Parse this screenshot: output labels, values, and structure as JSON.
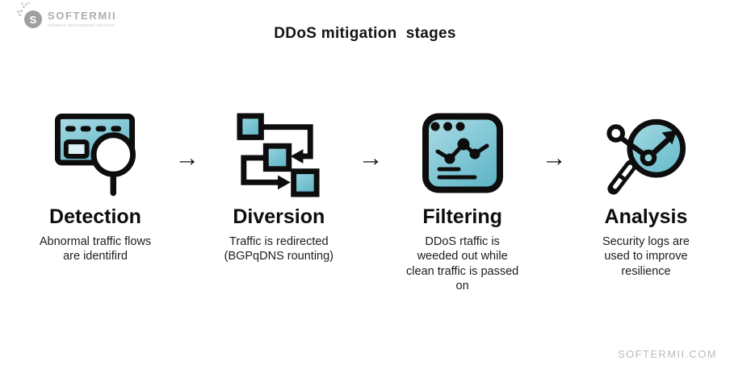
{
  "brand": {
    "logo_text": "SOFTERMII",
    "logo_tagline": "software development services",
    "logo_letter": "S",
    "footer_text": "SOFTERMII.COM"
  },
  "title": "DDoS mitigation  stages",
  "flow": {
    "arrow_glyph": "→"
  },
  "stages": [
    {
      "name": "Detection",
      "description": "Abnormal traffic flows\nare identifird",
      "icon": "card-magnifier-icon"
    },
    {
      "name": "Diversion",
      "description": "Traffic is redirected\n(BGPqDNS rounting)",
      "icon": "flow-redirect-icon"
    },
    {
      "name": "Filtering",
      "description": "DDoS rtaffic is\nweeded out while\nclean traffic is passed\non",
      "icon": "window-chart-icon"
    },
    {
      "name": "Analysis",
      "description": "Security logs are\nused to improve\nresilience",
      "icon": "magnifier-trend-icon"
    }
  ],
  "colors": {
    "teal_light": "#aedde6",
    "teal_dark": "#5fb6c8",
    "stroke": "#0d0d0d",
    "muted_gray": "#b9bcbe"
  }
}
